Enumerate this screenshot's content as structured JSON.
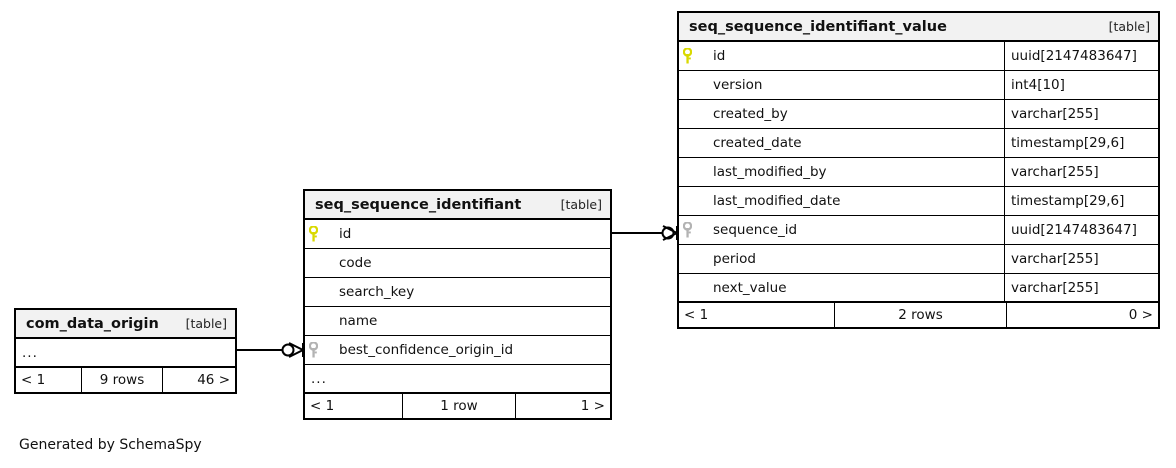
{
  "diagram": {
    "kind_label": "[table]",
    "ellipsis": "...",
    "credit": "Generated by SchemaSpy",
    "colors": {
      "primary_key": "#d9d900",
      "foreign_key": "#b3b3b3",
      "border": "#000000",
      "header_bg": "#f2f2f2",
      "background": "#ffffff"
    }
  },
  "tables": [
    {
      "id": "com_data_origin",
      "name": "com_data_origin",
      "kind": "[table]",
      "columns": [
        {
          "key": "none",
          "name": "...",
          "type": "",
          "is_ellipsis": true
        }
      ],
      "footer": {
        "left": "< 1",
        "middle": "9 rows",
        "right": "46 >"
      }
    },
    {
      "id": "seq_sequence_identifiant",
      "name": "seq_sequence_identifiant",
      "kind": "[table]",
      "columns": [
        {
          "key": "primary",
          "name": "id",
          "type": ""
        },
        {
          "key": "none",
          "name": "code",
          "type": ""
        },
        {
          "key": "none",
          "name": "search_key",
          "type": ""
        },
        {
          "key": "none",
          "name": "name",
          "type": ""
        },
        {
          "key": "foreign",
          "name": "best_confidence_origin_id",
          "type": ""
        },
        {
          "key": "none",
          "name": "...",
          "type": "",
          "is_ellipsis": true
        }
      ],
      "footer": {
        "left": "< 1",
        "middle": "1 row",
        "right": "1 >"
      }
    },
    {
      "id": "seq_sequence_identifiant_value",
      "name": "seq_sequence_identifiant_value",
      "kind": "[table]",
      "columns": [
        {
          "key": "primary",
          "name": "id",
          "type": "uuid[2147483647]"
        },
        {
          "key": "none",
          "name": "version",
          "type": "int4[10]"
        },
        {
          "key": "none",
          "name": "created_by",
          "type": "varchar[255]"
        },
        {
          "key": "none",
          "name": "created_date",
          "type": "timestamp[29,6]"
        },
        {
          "key": "none",
          "name": "last_modified_by",
          "type": "varchar[255]"
        },
        {
          "key": "none",
          "name": "last_modified_date",
          "type": "timestamp[29,6]"
        },
        {
          "key": "foreign",
          "name": "sequence_id",
          "type": "uuid[2147483647]"
        },
        {
          "key": "none",
          "name": "period",
          "type": "varchar[255]"
        },
        {
          "key": "none",
          "name": "next_value",
          "type": "varchar[255]"
        }
      ],
      "footer": {
        "left": "< 1",
        "middle": "2 rows",
        "right": "0 >"
      }
    }
  ],
  "relationships": [
    {
      "id": "rel-identifiant-to-value",
      "from_table": "seq_sequence_identifiant",
      "from_column": "id",
      "to_table": "seq_sequence_identifiant_value",
      "to_column": "sequence_id",
      "from_cardinality": "one",
      "to_cardinality": "zero-or-many"
    },
    {
      "id": "rel-origin-to-identifiant",
      "from_table": "com_data_origin",
      "to_table": "seq_sequence_identifiant",
      "to_column": "best_confidence_origin_id",
      "from_cardinality": "one",
      "to_cardinality": "zero-or-many"
    }
  ]
}
